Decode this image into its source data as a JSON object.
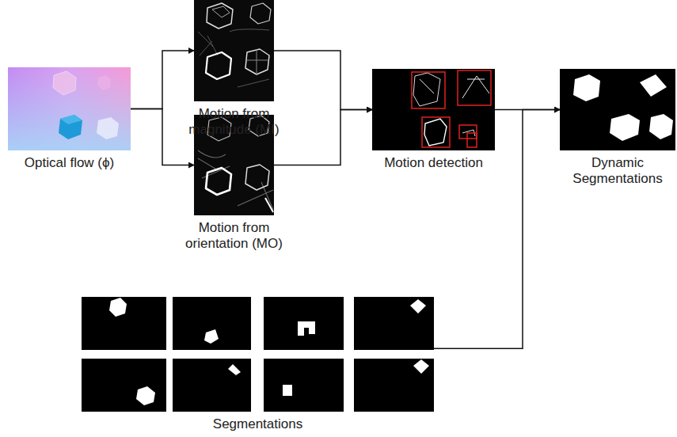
{
  "diagram": {
    "nodes": [
      {
        "text": [
          "Optical flow (ϕ)"
        ]
      },
      {
        "text": [
          "Motion from magnitude (MI)"
        ]
      },
      {
        "text": [
          "Motion from orientation (MO)"
        ]
      },
      {
        "text": [
          "Motion detection"
        ]
      },
      {
        "text": [
          "Dynamic Segmentations"
        ]
      },
      {
        "text": [
          "Segmentations"
        ]
      }
    ],
    "edges": [
      {
        "from": 0,
        "to": 1,
        "arrow": "to"
      },
      {
        "from": 0,
        "to": 2,
        "arrow": "to"
      },
      {
        "from": 1,
        "to": 3,
        "arrow": "to"
      },
      {
        "from": 2,
        "to": 3,
        "arrow": "to"
      },
      {
        "from": 3,
        "to": 4,
        "arrow": "to"
      },
      {
        "from": 5,
        "to": 4,
        "arrow": "to"
      }
    ]
  }
}
